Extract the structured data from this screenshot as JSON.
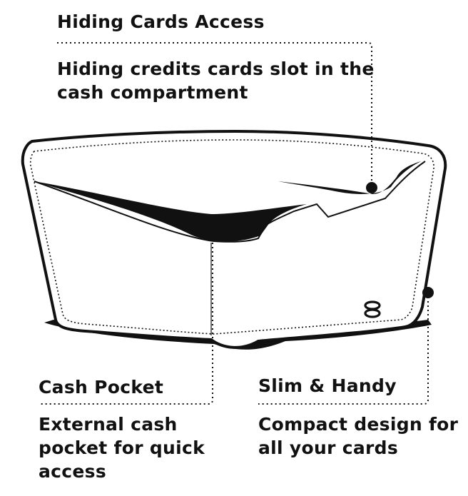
{
  "callouts": [
    {
      "title": "Hiding Cards Access",
      "description": "Hiding credits cards slot in the cash compartment"
    },
    {
      "title": "Cash Pocket",
      "description": "External cash pocket for quick access"
    },
    {
      "title": "Slim & Handy",
      "description": "Compact design for all your cards"
    }
  ],
  "colors": {
    "ink": "#111111",
    "background": "#ffffff"
  },
  "icons": {
    "brand": "brand-logo-icon"
  }
}
